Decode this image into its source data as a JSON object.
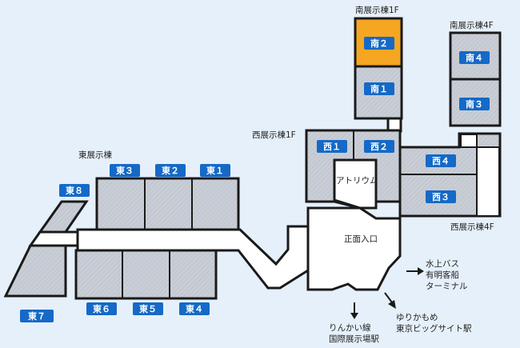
{
  "areas": {
    "south1f": "南展示棟1F",
    "south4f": "南展示棟4F",
    "west1f": "西展示棟1F",
    "west4f": "西展示棟4F",
    "east": "東展示棟",
    "atrium": "アトリウム",
    "main_entrance": "正面入口"
  },
  "halls": {
    "s1": "南１",
    "s2": "南２",
    "s3": "南３",
    "s4": "南４",
    "w1": "西１",
    "w2": "西２",
    "w3": "西３",
    "w4": "西４",
    "e1": "東１",
    "e2": "東２",
    "e3": "東３",
    "e4": "東４",
    "e5": "東５",
    "e6": "東６",
    "e7": "東７",
    "e8": "東８"
  },
  "highlighted_hall": "南２",
  "colors": {
    "highlight": "#f5a623",
    "badge": "#1569c7"
  },
  "access": {
    "water_bus": [
      "水上バス",
      "有明客船",
      "ターミナル"
    ],
    "yurikamome": [
      "ゆりかもめ",
      "東京ビッグサイト駅"
    ],
    "rinkai": [
      "りんかい線",
      "国際展示場駅"
    ]
  }
}
